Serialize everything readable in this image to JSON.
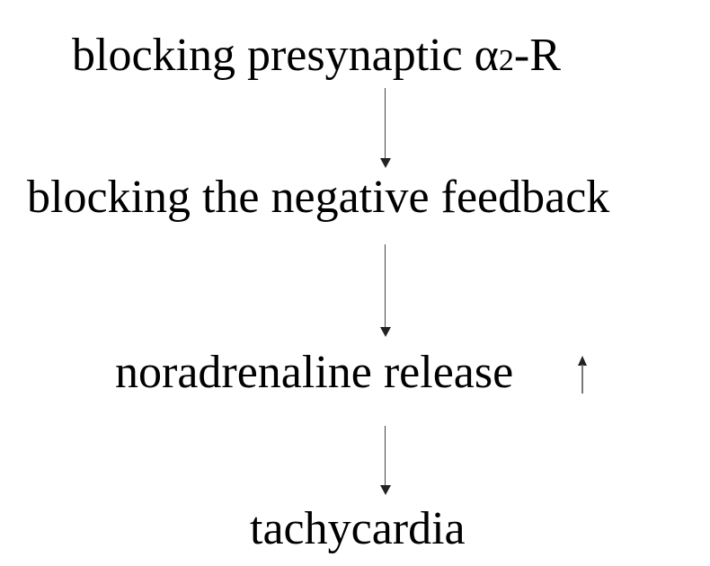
{
  "steps": [
    {
      "text": "blocking presynaptic α",
      "subscript": "2",
      "suffix": "-R"
    },
    {
      "text": "blocking the negative feedback"
    },
    {
      "text": "noradrenaline release"
    },
    {
      "text": "tachycardia"
    }
  ],
  "icons": {
    "flow_arrow": "arrow-down-icon",
    "increase_indicator": "arrow-up-icon"
  },
  "colors": {
    "text": "#000000",
    "arrow": "#444444",
    "background": "#ffffff"
  }
}
